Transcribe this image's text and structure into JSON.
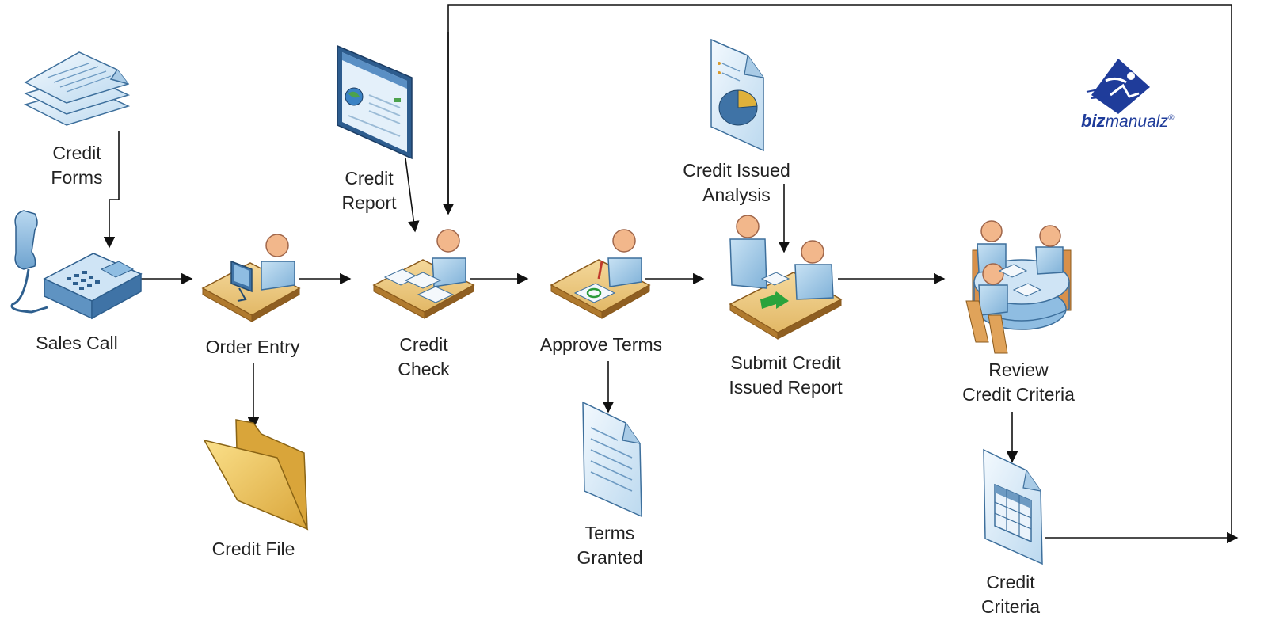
{
  "logo": {
    "part1": "biz",
    "part2": "manualz",
    "mark": "®"
  },
  "labels": {
    "credit_forms": [
      "Credit",
      "Forms"
    ],
    "sales_call": [
      "Sales Call"
    ],
    "order_entry": [
      "Order Entry"
    ],
    "credit_file": [
      "Credit File"
    ],
    "credit_report": [
      "Credit",
      "Report"
    ],
    "credit_check": [
      "Credit",
      "Check"
    ],
    "approve_terms": [
      "Approve Terms"
    ],
    "terms_granted": [
      "Terms",
      "Granted"
    ],
    "credit_issued_analysis": [
      "Credit Issued",
      "Analysis"
    ],
    "submit_credit_issued_report": [
      "Submit Credit",
      "Issued Report"
    ],
    "review_credit_criteria": [
      "Review",
      "Credit Criteria"
    ],
    "credit_criteria": [
      "Credit",
      "Criteria"
    ]
  },
  "colors": {
    "desk_top": "#e9c77f",
    "desk_side": "#b07a2e",
    "person_head": "#f2b78b",
    "person_body": "#9fc8e6",
    "doc_fill": "#dcebf7",
    "folder": "#f0c95a",
    "logo_blue": "#1f3c9a",
    "line": "#111111"
  }
}
